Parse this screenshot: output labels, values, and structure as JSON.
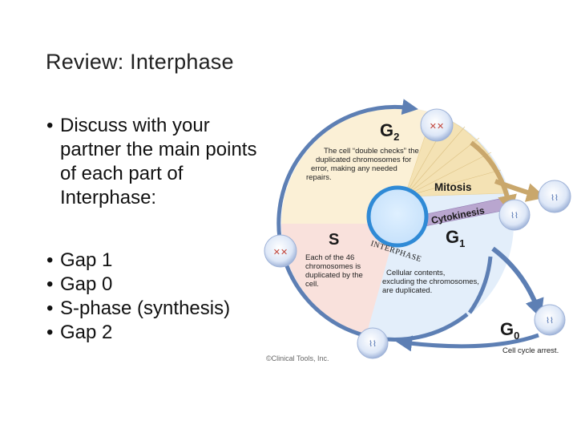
{
  "slide": {
    "title": "Review: Interphase",
    "bullets": [
      "Discuss with your partner the main points of each part of Interphase:",
      "Gap 1",
      "Gap 0",
      "S-phase (synthesis)",
      "Gap 2"
    ]
  },
  "diagram": {
    "g2": {
      "letter": "G",
      "sub": "2"
    },
    "g2_text": [
      "The cell “double checks” the",
      "duplicated chromosomes for",
      "error, making any needed",
      "repairs."
    ],
    "mitosis": "Mitosis",
    "cytokinesis": "Cytokinesis",
    "g1": {
      "letter": "G",
      "sub": "1"
    },
    "s": "S",
    "s_text": [
      "Each of the 46",
      "chromosomes is",
      "duplicated by the",
      "cell."
    ],
    "interphase": "INTERPHASE",
    "g1_text": [
      "Cellular contents,",
      "excluding the chromosomes,",
      "are duplicated."
    ],
    "g0": {
      "letter": "G",
      "sub": "0"
    },
    "g0_text": "Cell cycle arrest.",
    "credit": "©Clinical Tools, Inc.",
    "colors": {
      "ring": "#5d7fb4",
      "disc": "#e3eefa",
      "g2_wedge": "#fbf0d6",
      "s_wedge": "#f9e1dc",
      "mitosis_fan": "#f4e2b4",
      "cytokinesis_band": "#b9a6cf",
      "nucleus": "#2f8ad6",
      "arrow_gold": "#c9a76c"
    }
  }
}
